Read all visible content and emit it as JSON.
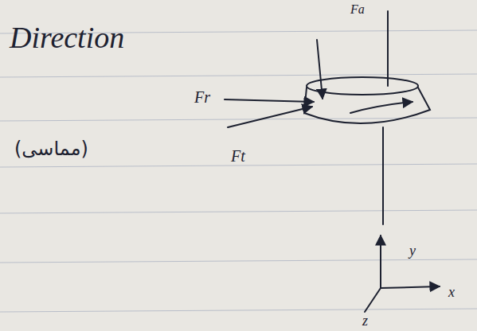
{
  "diagram": {
    "labels": [
      "Direction",
      "Fa",
      "Fr",
      "(مماسی)",
      "Ft",
      "y",
      "x",
      "z"
    ]
  }
}
